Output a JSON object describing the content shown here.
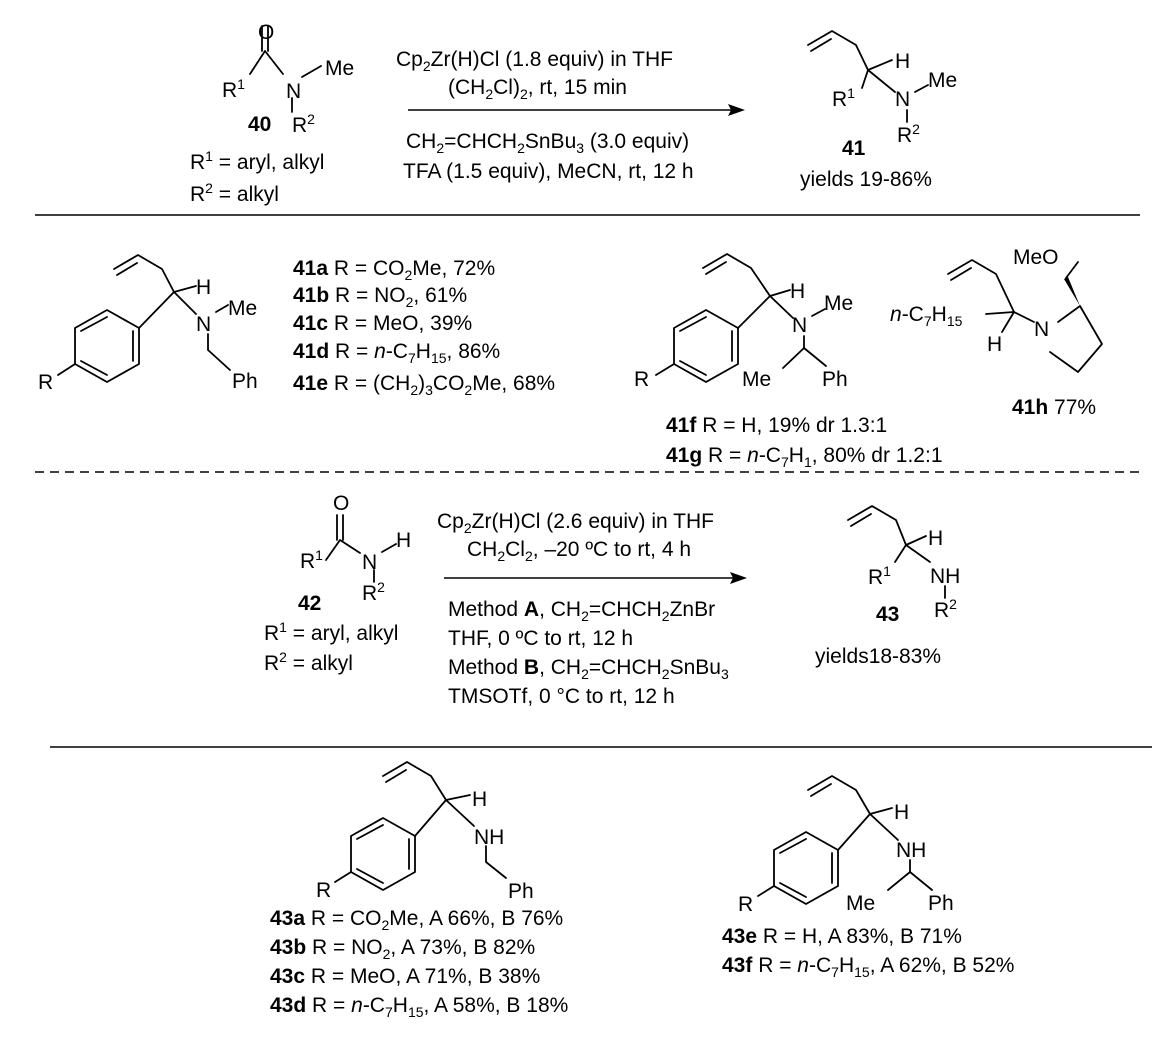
{
  "scheme1": {
    "sm": {
      "num": "40",
      "o": "O",
      "me": "Me",
      "n": "N",
      "r1": "R",
      "r1s": "1",
      "r2": "R",
      "r2s": "2",
      "def1": "R",
      "def1s": "1",
      "def1t": " = aryl, alkyl",
      "def2": "R",
      "def2s": "2",
      "def2t": " = alkyl"
    },
    "cond": {
      "l1a": "Cp",
      "l1b": "2",
      "l1c": "Zr(H)Cl (1.8 equiv) in THF",
      "l2a": "(CH",
      "l2b": "2",
      "l2c": "Cl)",
      "l2d": "2",
      "l2e": ", rt, 15 min",
      "l3a": "CH",
      "l3b": "2",
      "l3c": "=CHCH",
      "l3d": "2",
      "l3e": "SnBu",
      "l3f": "3",
      "l3g": " (3.0 equiv)",
      "l4": "TFA (1.5 equiv), MeCN, rt, 12 h"
    },
    "prod": {
      "num": "41",
      "h": "H",
      "me": "Me",
      "n": "N",
      "r1": "R",
      "r1s": "1",
      "r2": "R",
      "r2s": "2",
      "yields": "yields 19-86%"
    }
  },
  "row41": {
    "s1": {
      "h": "H",
      "n": "N",
      "me": "Me",
      "ph": "Ph",
      "r": "R"
    },
    "items": [
      {
        "id": "41a",
        "t1": " R = CO",
        "s": "2",
        "t2": "Me, 72%"
      },
      {
        "id": "41b",
        "t1": " R = NO",
        "s": "2",
        "t2": ", 61%"
      },
      {
        "id": "41c",
        "t1": " R = MeO, 39%"
      },
      {
        "id": "41d",
        "t1": " R = ",
        "it": "n",
        "t2": "-C",
        "s": "7",
        "sb": "H",
        "s2": "15",
        "t3": ", 86%"
      },
      {
        "id": "41e",
        "t1": " R = (CH",
        "s": "2",
        "t2": ")",
        "s2": "3",
        "t3": "CO",
        "s3": "2",
        "t4": "Me, 68%"
      }
    ],
    "s2": {
      "h": "H",
      "n": "N",
      "me": "Me",
      "me2": "Me",
      "ph": "Ph",
      "r": "R"
    },
    "fg": [
      {
        "id": "41f",
        "t": " R = H, 19% dr 1.3:1"
      },
      {
        "id": "41g",
        "t1": " R = ",
        "it": "n",
        "t2": "-C",
        "s": "7",
        "t3": "H",
        "s2": "1",
        "t4": ", 80% dr 1.2:1"
      }
    ],
    "s3": {
      "meo": "MeO",
      "it": "n",
      "t1": "-C",
      "s": "7",
      "t2": "H",
      "s2": "15",
      "h": "H",
      "n": "N",
      "id": "41h",
      "yield": " 77%"
    }
  },
  "scheme2": {
    "sm": {
      "num": "42",
      "o": "O",
      "h": "H",
      "n": "N",
      "r1": "R",
      "r1s": "1",
      "r2": "R",
      "r2s": "2",
      "def1": "R",
      "def1s": "1",
      "def1t": " = aryl, alkyl",
      "def2": "R",
      "def2s": "2",
      "def2t": " = alkyl"
    },
    "cond": {
      "l1a": "Cp",
      "l1b": "2",
      "l1c": "Zr(H)Cl (2.6 equiv) in THF",
      "l2a": "CH",
      "l2b": "2",
      "l2c": "Cl",
      "l2d": "2",
      "l2e": ", –20 ºC to rt, 4 h",
      "l3a": "Method ",
      "l3b": "A",
      "l3c": ", CH",
      "l3d": "2",
      "l3e": "=CHCH",
      "l3f": "2",
      "l3g": "ZnBr",
      "l4": "THF, 0 ºC to rt, 12 h",
      "l5a": "Method ",
      "l5b": "B",
      "l5c": ", CH",
      "l5d": "2",
      "l5e": "=CHCH",
      "l5f": "2",
      "l5g": "SnBu",
      "l5h": "3",
      "l6": "TMSOTf, 0 °C to rt, 12 h"
    },
    "prod": {
      "num": "43",
      "h": "H",
      "nh": "NH",
      "r1": "R",
      "r1s": "1",
      "r2": "R",
      "r2s": "2",
      "yields": "yields18-83%"
    }
  },
  "row43": {
    "s1": {
      "h": "H",
      "nh": "NH",
      "ph": "Ph",
      "r": "R"
    },
    "items": [
      {
        "id": "43a",
        "t1": " R = CO",
        "s": "2",
        "t2": "Me, A 66%, B 76%"
      },
      {
        "id": "43b",
        "t1": " R = NO",
        "s": "2",
        "t2": ", A 73%, B 82%"
      },
      {
        "id": "43c",
        "t1": " R = MeO, A 71%, B 38%"
      },
      {
        "id": "43d",
        "t1": " R = ",
        "it": "n",
        "t2": "-C",
        "s": "7",
        "t3": "H",
        "s2": "15",
        "t4": ", A 58%, B 18%"
      }
    ],
    "s2": {
      "h": "H",
      "nh": "NH",
      "me": "Me",
      "ph": "Ph",
      "r": "R"
    },
    "items2": [
      {
        "id": "43e",
        "t": " R = H, A 83%, B 71%"
      },
      {
        "id": "43f",
        "t1": " R = ",
        "it": "n",
        "t2": "-C",
        "s": "7",
        "t3": "H",
        "s2": "15",
        "t4": ", A 62%, B 52%"
      }
    ]
  }
}
